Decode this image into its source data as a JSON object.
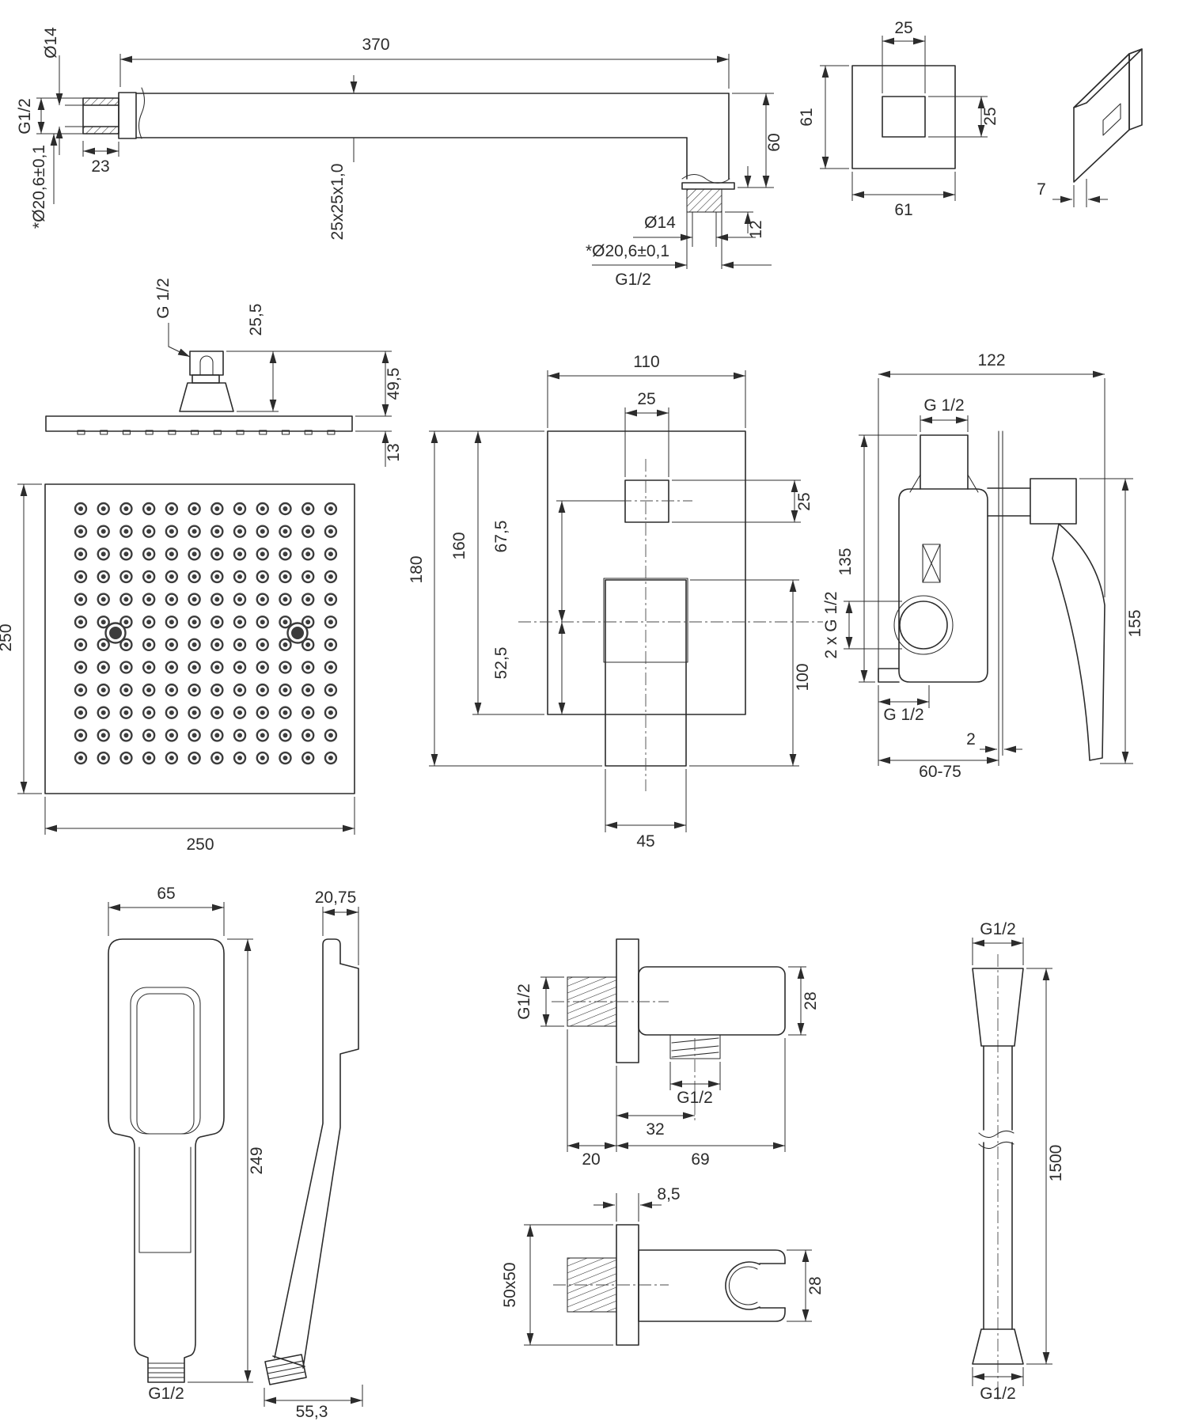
{
  "drawing": {
    "title": "shower-set-technical-drawing",
    "line_color": "#2c2c2c",
    "arm": {
      "length": "370",
      "profile": "25x25x1,0",
      "thread_len": "23",
      "d14_left": "Ø14",
      "g12_left": "G1/2",
      "d206_left": "*Ø20,6±0,1",
      "drop": "60",
      "thread_len_right": "12",
      "d14_right": "Ø14",
      "d206_right": "*Ø20,6±0,1",
      "g12_right": "G1/2"
    },
    "flange": {
      "hole_w": "25",
      "hole_h": "25",
      "w": "61",
      "h": "61",
      "thickness": "7"
    },
    "head_side": {
      "thread": "G 1/2",
      "neck": "25,5",
      "height": "49,5",
      "plate": "13"
    },
    "head_face": {
      "w": "250",
      "h": "250"
    },
    "mixer_front": {
      "w": "110",
      "hole_w": "25",
      "h_total": "180",
      "h_plate": "160",
      "upper": "67,5",
      "lower": "52,5",
      "hole_h": "25",
      "handle_len": "100",
      "handle_w": "45"
    },
    "mixer_side": {
      "depth": "122",
      "inlet": "G 1/2",
      "h_upper": "135",
      "ports": "2 x G 1/2",
      "h_total": "155",
      "outlet": "G 1/2",
      "plate_thk": "2",
      "range": "60-75"
    },
    "hand_front": {
      "w": "65",
      "len": "249",
      "thread": "G1/2"
    },
    "hand_side": {
      "thickness": "20,75",
      "base": "55,3"
    },
    "elbow": {
      "wall_thread": "G1/2",
      "body_h": "28",
      "outlet": "G1/2",
      "outlet_off": "32",
      "wall_len": "20",
      "body_len": "69"
    },
    "holder": {
      "plate_thk": "8,5",
      "plate": "50x50",
      "arm_h": "28"
    },
    "hose": {
      "top": "G1/2",
      "len": "1500",
      "bottom": "G1/2"
    }
  }
}
